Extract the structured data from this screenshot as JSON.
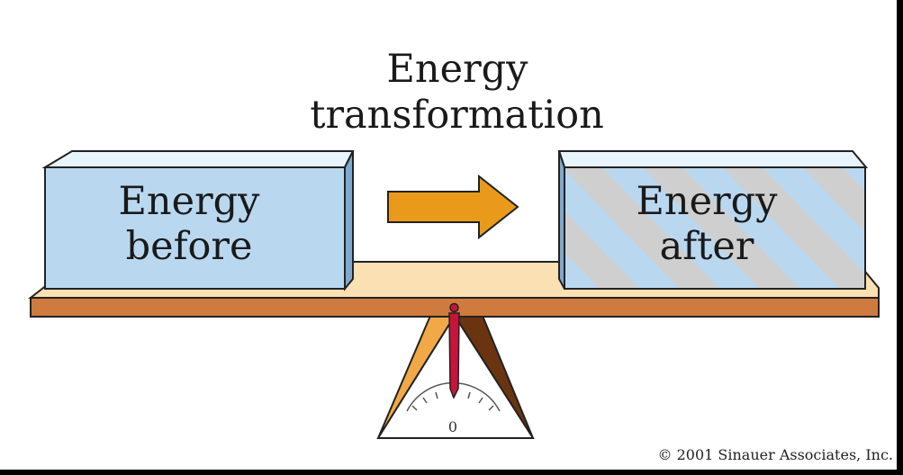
{
  "diagram": {
    "title_line1": "Energy",
    "title_line2": "transformation",
    "before_box": {
      "line1": "Energy",
      "line2": "before"
    },
    "after_box": {
      "line1": "Energy",
      "line2": "after"
    },
    "scale_zero_label": "0",
    "copyright": "© 2001 Sinauer Associates, Inc."
  },
  "colors": {
    "box_blue": "#b9d8f0",
    "hatch_gray": "#cfcfcf",
    "arrow_orange": "#ea9a1b",
    "beam_orange": "#cf7a3f",
    "plank_cream": "#fbe0b3",
    "needle_red": "#c8143a"
  }
}
